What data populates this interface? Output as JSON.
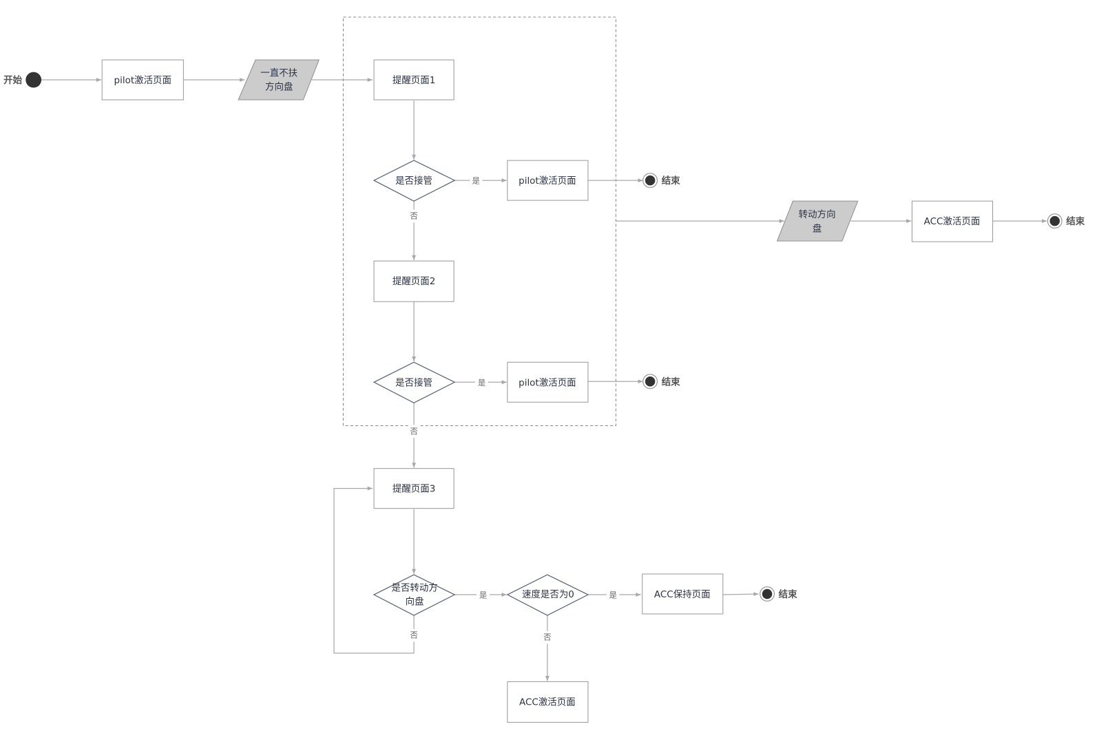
{
  "diagram": {
    "type": "flowchart",
    "group_label": "",
    "start": {
      "label": "开始"
    },
    "nodes": {
      "pilot_activate_1": {
        "label": "pilot激活页面",
        "shape": "rect"
      },
      "no_hands": {
        "label_line1": "一直不扶",
        "label_line2": "方向盘",
        "shape": "parallelogram"
      },
      "reminder_1": {
        "label": "提醒页面1",
        "shape": "rect"
      },
      "takeover_1": {
        "label": "是否接管",
        "shape": "diamond"
      },
      "pilot_activate_2": {
        "label": "pilot激活页面",
        "shape": "rect"
      },
      "reminder_2": {
        "label": "提醒页面2",
        "shape": "rect"
      },
      "takeover_2": {
        "label": "是否接管",
        "shape": "diamond"
      },
      "pilot_activate_3": {
        "label": "pilot激活页面",
        "shape": "rect"
      },
      "turn_wheel": {
        "label_line1": "转动方向",
        "label_line2": "盘",
        "shape": "parallelogram"
      },
      "acc_activate_1": {
        "label": "ACC激活页面",
        "shape": "rect"
      },
      "reminder_3": {
        "label": "提醒页面3",
        "shape": "rect"
      },
      "turned_wheel": {
        "label_line1": "是否转动方",
        "label_line2": "向盘",
        "shape": "diamond"
      },
      "speed_zero": {
        "label": "速度是否为0",
        "shape": "diamond"
      },
      "acc_hold": {
        "label": "ACC保持页面",
        "shape": "rect"
      },
      "acc_activate_2": {
        "label": "ACC激活页面",
        "shape": "rect"
      }
    },
    "end_nodes": [
      {
        "label": "结束"
      },
      {
        "label": "结束"
      },
      {
        "label": "结束"
      },
      {
        "label": "结束"
      }
    ],
    "edge_labels": {
      "yes": "是",
      "no": "否"
    },
    "edges": [
      {
        "from": "start",
        "to": "pilot_activate_1",
        "label": ""
      },
      {
        "from": "pilot_activate_1",
        "to": "no_hands",
        "label": ""
      },
      {
        "from": "no_hands",
        "to": "reminder_1",
        "label": ""
      },
      {
        "from": "reminder_1",
        "to": "takeover_1",
        "label": ""
      },
      {
        "from": "takeover_1",
        "to": "pilot_activate_2",
        "label": "是"
      },
      {
        "from": "pilot_activate_2",
        "to": "end_1",
        "label": ""
      },
      {
        "from": "takeover_1",
        "to": "reminder_2",
        "label": "否"
      },
      {
        "from": "reminder_2",
        "to": "takeover_2",
        "label": ""
      },
      {
        "from": "takeover_2",
        "to": "pilot_activate_3",
        "label": "是"
      },
      {
        "from": "pilot_activate_3",
        "to": "end_2",
        "label": ""
      },
      {
        "from": "group",
        "to": "turn_wheel",
        "label": ""
      },
      {
        "from": "turn_wheel",
        "to": "acc_activate_1",
        "label": ""
      },
      {
        "from": "acc_activate_1",
        "to": "end_3",
        "label": ""
      },
      {
        "from": "takeover_2",
        "to": "reminder_3",
        "label": "否"
      },
      {
        "from": "reminder_3",
        "to": "turned_wheel",
        "label": ""
      },
      {
        "from": "turned_wheel",
        "to": "speed_zero",
        "label": "是"
      },
      {
        "from": "turned_wheel",
        "to": "reminder_3",
        "label": "否"
      },
      {
        "from": "speed_zero",
        "to": "acc_hold",
        "label": "是"
      },
      {
        "from": "acc_hold",
        "to": "end_4",
        "label": ""
      },
      {
        "from": "speed_zero",
        "to": "acc_activate_2",
        "label": "否"
      }
    ],
    "colors": {
      "parallelogram_fill": "#cccccc",
      "diamond_stroke": "#5a6378",
      "edge": "#a8a8a8",
      "terminal": "#333333"
    }
  }
}
